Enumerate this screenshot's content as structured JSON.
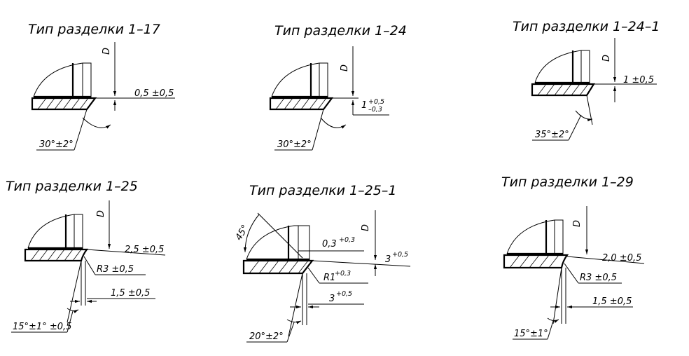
{
  "panels": [
    {
      "title": "Тип разделки 1–17",
      "d": "D",
      "gap": "0,5 ±0,5",
      "angle": "30°±2°"
    },
    {
      "title": "Тип разделки 1–24",
      "d": "D",
      "gap_main": "1",
      "gap_sup": "+0,5",
      "gap_sub": "–0,3",
      "angle": "30°±2°"
    },
    {
      "title": "Тип разделки 1–24–1",
      "d": "D",
      "gap": "1 ±0,5",
      "angle": "35°±2°"
    },
    {
      "title": "Тип разделки 1–25",
      "d": "D",
      "gap": "2,5 ±0,5",
      "radius": "R3 ±0,5",
      "land": "1,5 ±0,5",
      "angle": "15°±1° ±0,5"
    },
    {
      "title": "Тип разделки 1–25–1",
      "d": "D",
      "gap_main": "3",
      "gap_sup": "+0,5",
      "wall_main": "0,3",
      "wall_sup": "+0,3",
      "radius_main": "R1",
      "radius_sup": "+0,3",
      "land_main": "3",
      "land_sup": "+0,5",
      "angle": "20°±2°",
      "bevel": "45°"
    },
    {
      "title": "Тип разделки 1–29",
      "d": "D",
      "gap": "2,0 ±0,5",
      "radius": "R3 ±0,5",
      "land": "1,5 ±0,5",
      "angle": "15°±1°"
    }
  ]
}
